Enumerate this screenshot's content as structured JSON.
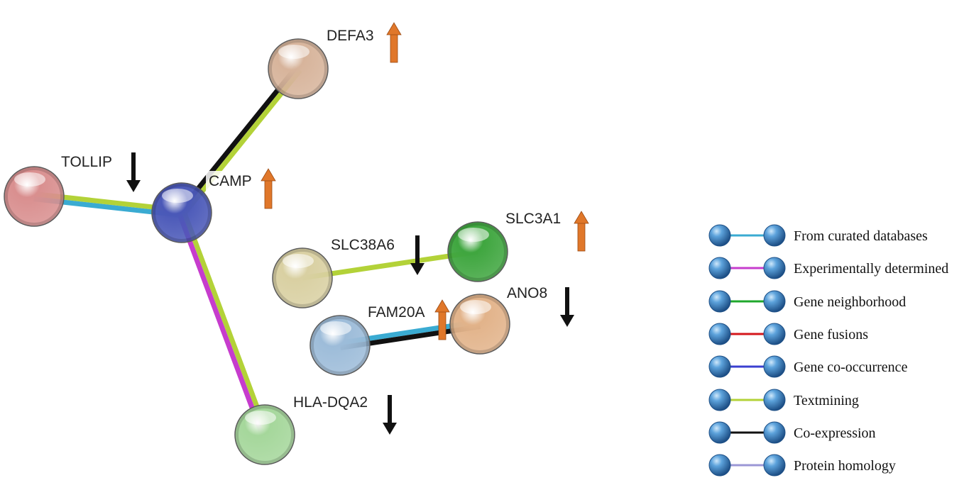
{
  "colors": {
    "curated": "#3aabd2",
    "experimental": "#c63ccd",
    "neighborhood": "#1fa82c",
    "fusion": "#d4171b",
    "cooccurrence": "#3a3fd0",
    "textmining": "#b3d238",
    "coexpression": "#111111",
    "homology": "#9b97d6",
    "up_arrow": "#e0772a",
    "down_arrow": "#111111"
  },
  "nodes": [
    {
      "id": "DEFA3",
      "label": "DEFA3",
      "color": "#d7b49b",
      "regulation": "up"
    },
    {
      "id": "TOLLIP",
      "label": "TOLLIP",
      "color": "#d98f8f",
      "regulation": "down"
    },
    {
      "id": "CAMP",
      "label": "CAMP",
      "color": "#4a58b8",
      "regulation": "up"
    },
    {
      "id": "SLC38A6",
      "label": "SLC38A6",
      "color": "#d9d0a2",
      "regulation": "down"
    },
    {
      "id": "SLC3A1",
      "label": "SLC3A1",
      "color": "#3fa63f",
      "regulation": "up"
    },
    {
      "id": "FAM20A",
      "label": "FAM20A",
      "color": "#9dbcd9",
      "regulation": "up"
    },
    {
      "id": "ANO8",
      "label": "ANO8",
      "color": "#e2b38a",
      "regulation": "down"
    },
    {
      "id": "HLA-DQA2",
      "label": "HLA-DQA2",
      "color": "#a5d79b",
      "regulation": "down"
    }
  ],
  "edges": [
    {
      "source": "CAMP",
      "target": "DEFA3",
      "evidence": [
        "coexpression",
        "textmining"
      ]
    },
    {
      "source": "TOLLIP",
      "target": "CAMP",
      "evidence": [
        "textmining",
        "curated"
      ]
    },
    {
      "source": "CAMP",
      "target": "HLA-DQA2",
      "evidence": [
        "textmining",
        "experimental"
      ]
    },
    {
      "source": "SLC38A6",
      "target": "SLC3A1",
      "evidence": [
        "textmining"
      ]
    },
    {
      "source": "FAM20A",
      "target": "ANO8",
      "evidence": [
        "curated",
        "coexpression"
      ]
    }
  ],
  "legend": [
    {
      "label": "From curated databases",
      "color_key": "curated"
    },
    {
      "label": "Experimentally determined",
      "color_key": "experimental"
    },
    {
      "label": "Gene neighborhood",
      "color_key": "neighborhood"
    },
    {
      "label": "Gene fusions",
      "color_key": "fusion"
    },
    {
      "label": "Gene co-occurrence",
      "color_key": "cooccurrence"
    },
    {
      "label": "Textmining",
      "color_key": "textmining"
    },
    {
      "label": "Co-expression",
      "color_key": "coexpression"
    },
    {
      "label": "Protein homology",
      "color_key": "homology"
    }
  ]
}
